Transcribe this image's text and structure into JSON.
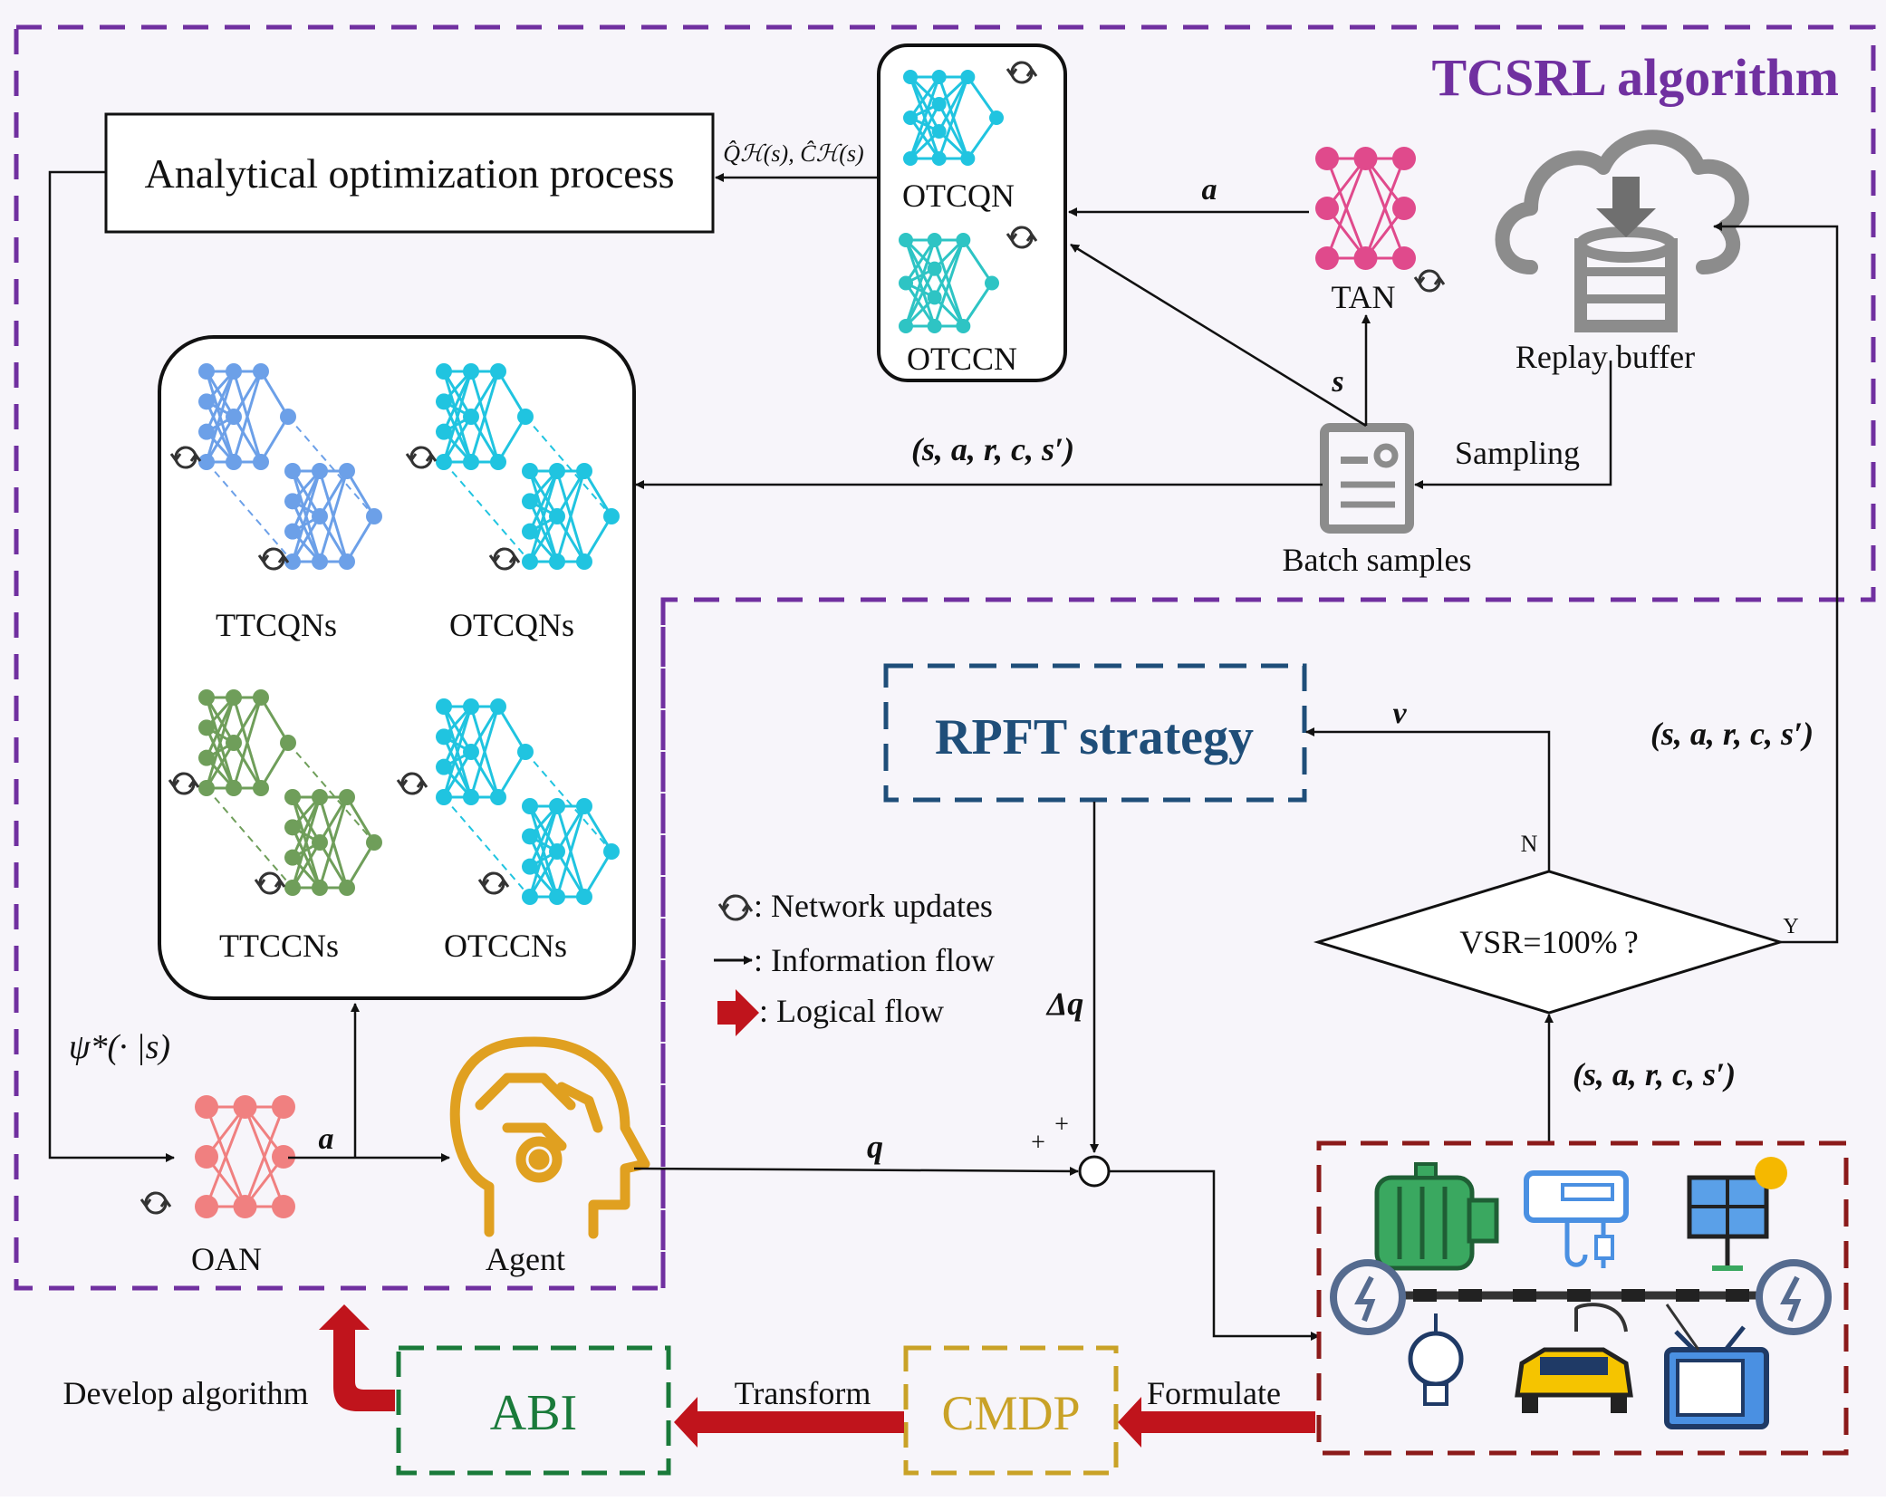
{
  "title": "TCSRL algorithm",
  "boxes": {
    "analytical": "Analytical optimization process",
    "rpft": "RPFT strategy",
    "abi": "ABI",
    "cmdp": "CMDP",
    "decision": "VSR=100% ?"
  },
  "networks": {
    "otcqn": "OTCQN",
    "otccn": "OTCCN",
    "tan": "TAN",
    "oan": "OAN",
    "agent": "Agent",
    "replay": "Replay buffer",
    "batch": "Batch samples",
    "ttcqns": "TTCQNs",
    "otcqns": "OTCQNs",
    "ttccns": "TTCCNs",
    "otccns": "OTCCNs"
  },
  "flows": {
    "q_hat": "Q̂ℋ(s), Ĉℋ(s)",
    "a1": "a",
    "s1": "s",
    "transition1": "(s, a, r, c, s′)",
    "transition2": "(s, a, r, c, s′)",
    "transition3": "(s, a, r, c, s′)",
    "sampling": "Sampling",
    "v": "v",
    "n": "N",
    "y": "Y",
    "dq": "Δq",
    "q": "q",
    "a2": "a",
    "psi": "ψ*(· |s)",
    "plus1": "+",
    "plus2": "+",
    "develop": "Develop algorithm",
    "transform": "Transform",
    "formulate": "Formulate"
  },
  "legend": {
    "updates": ": Network updates",
    "info": ": Information flow",
    "logical": ": Logical flow"
  },
  "colors": {
    "purple": "#7030a0",
    "navy": "#1f4e79",
    "green": "#1a7a3a",
    "gold": "#c9a227",
    "darkred": "#8b1a1a",
    "arrowred": "#c0141c",
    "blue": "#6ca0e8",
    "cyan": "#20c4e0",
    "teal": "#2ec4c4",
    "olive": "#6f9e5a",
    "pink": "#e04a8c",
    "salmon": "#f08080",
    "agent": "#e0a020",
    "grey": "#7f7f7f"
  }
}
